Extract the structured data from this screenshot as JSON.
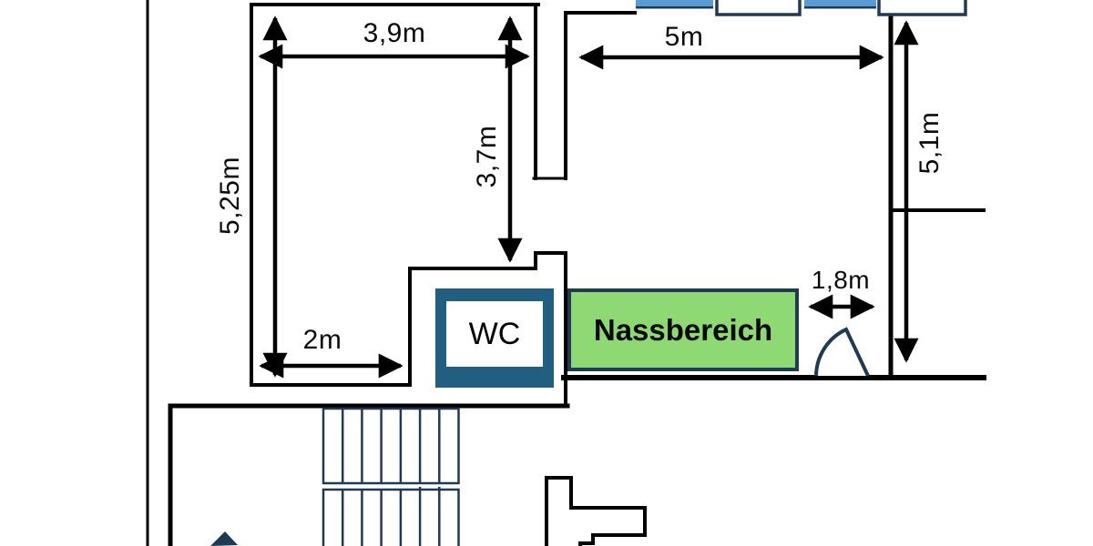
{
  "plan": {
    "rooms": {
      "wc": "WC",
      "wet_area": "Nassbereich"
    },
    "dimensions": {
      "top_left_width": "3,9m",
      "top_right_width": "5m",
      "left_height": "5,25m",
      "mid_height": "3,7m",
      "right_height": "5,1m",
      "bottom_left_width": "2m",
      "door_width": "1,8m"
    },
    "colors": {
      "wall": "#000000",
      "fixture_outline_navy": "#1f3b54",
      "wc_frame_teal": "#215e80",
      "wet_area_green": "#8ed973",
      "window_blue": "#5b9bd5",
      "background": "#ffffff"
    }
  }
}
